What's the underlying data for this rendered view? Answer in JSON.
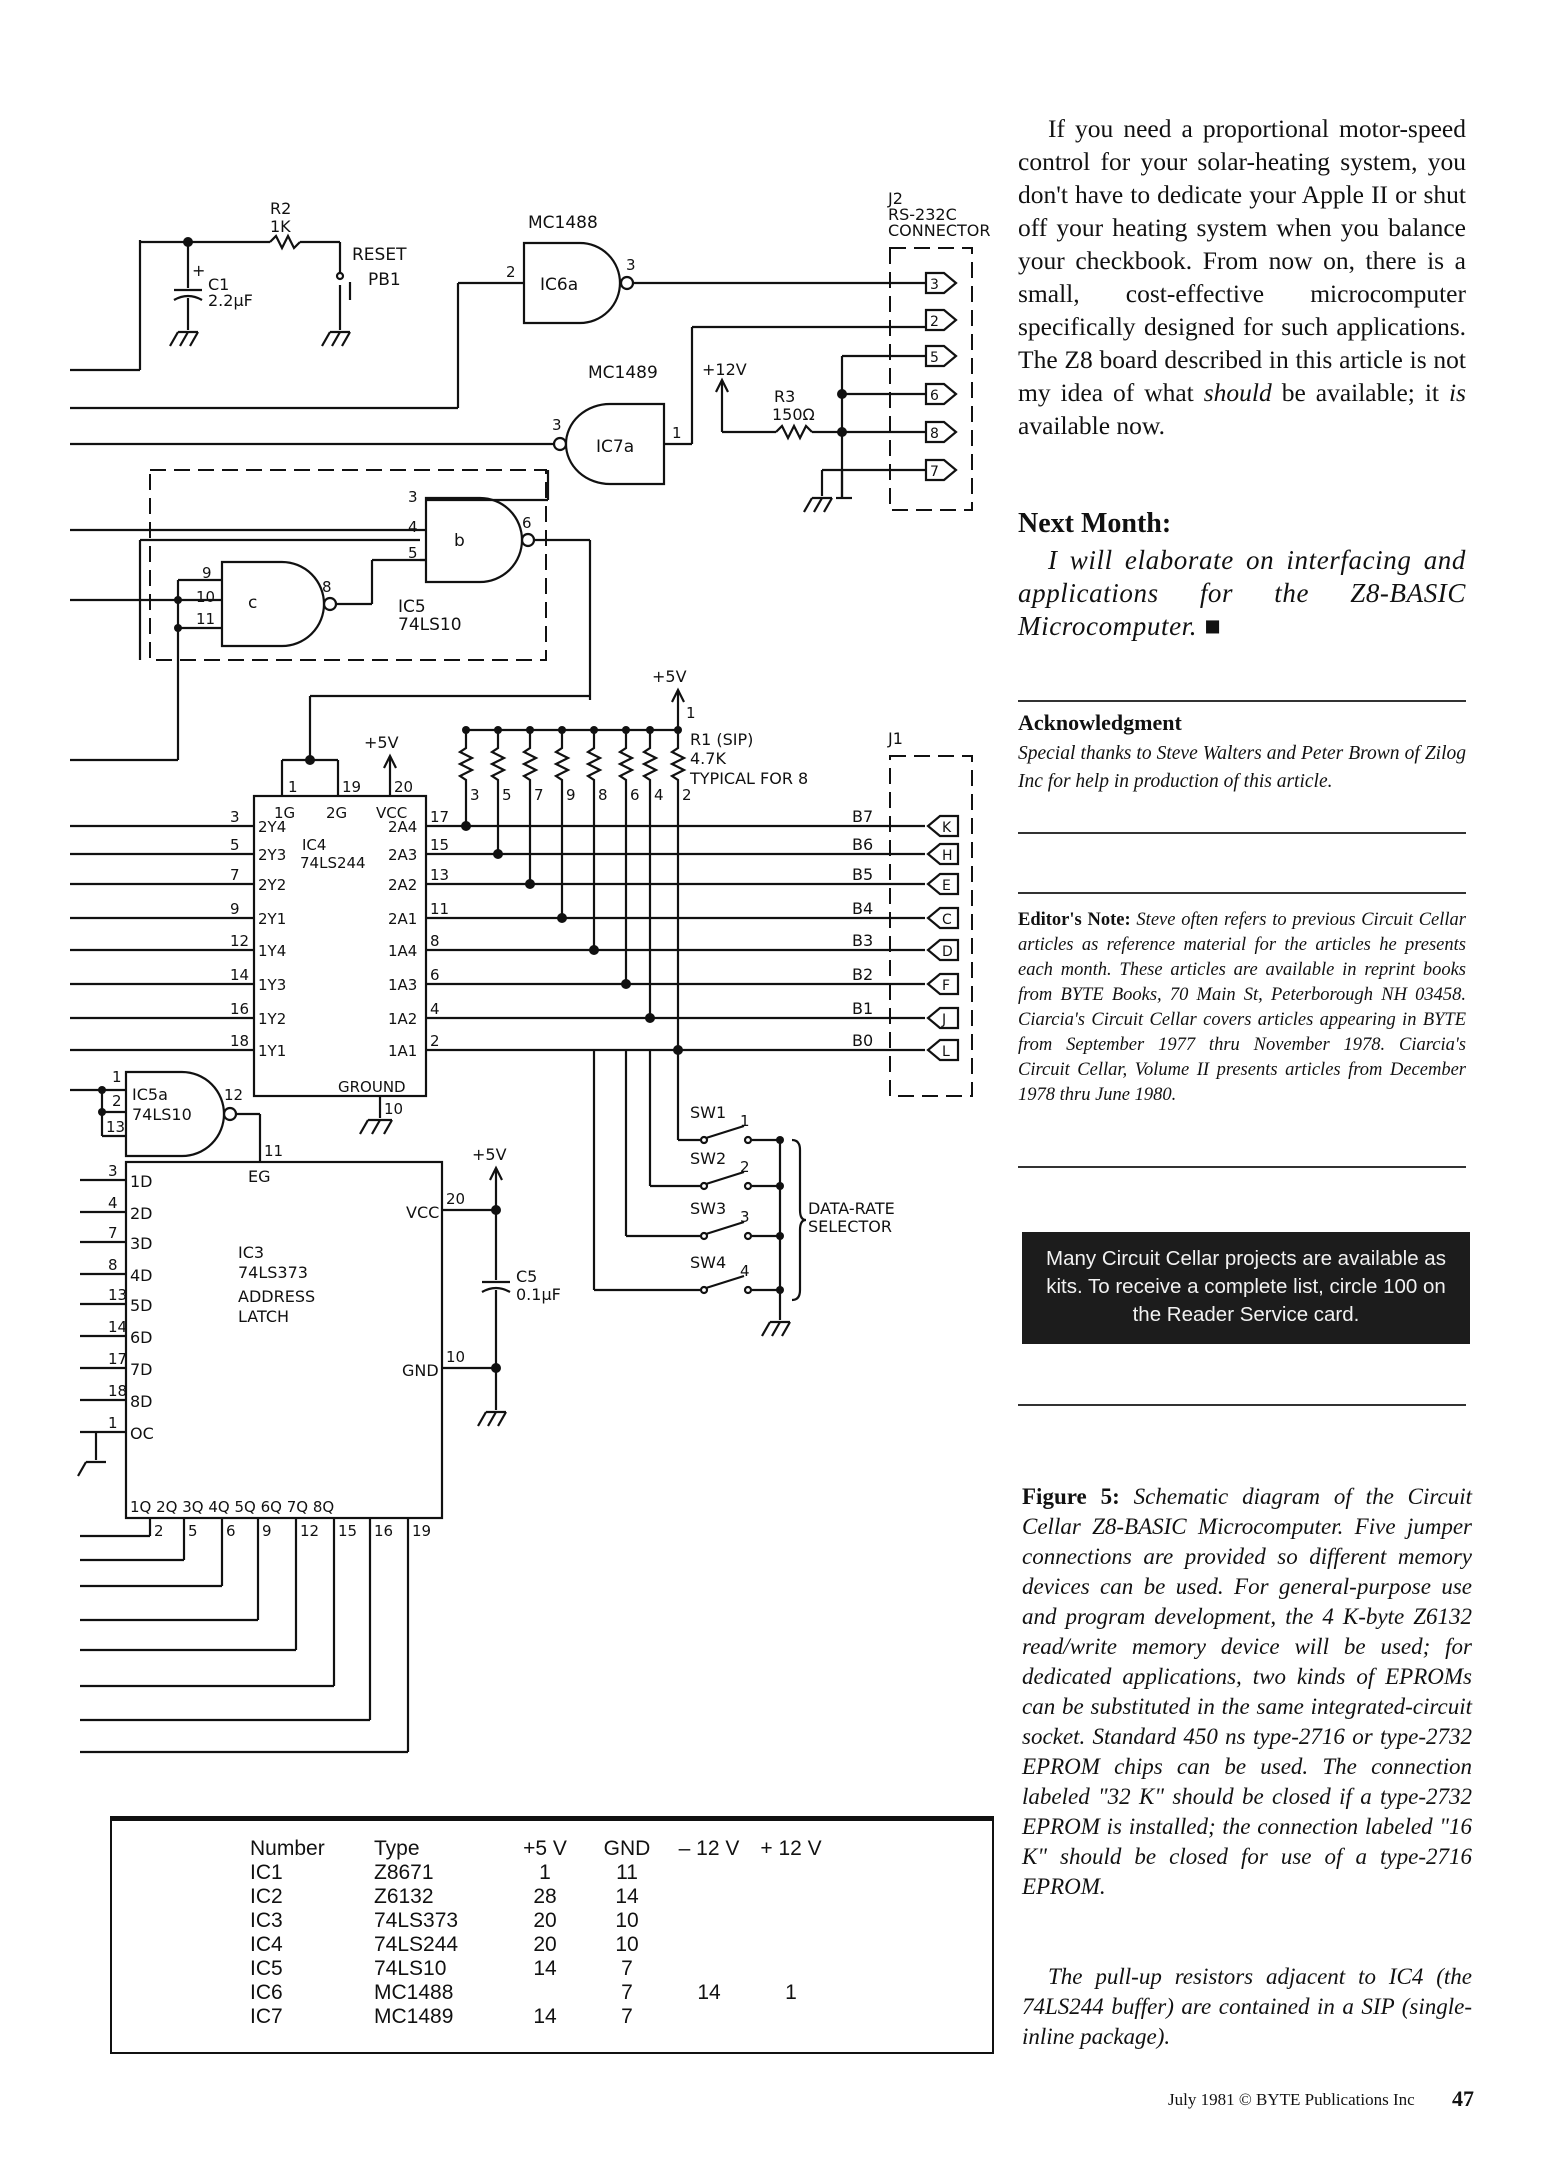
{
  "article": {
    "intro_before_should": "If you need a proportional motor-speed control for your solar-heating system, you don't have to dedicate your Apple II or shut off your heating system when you balance your checkbook. From now on, there is a small, cost-effective microcomputer specifically designed for such applications. The Z8 board described in this article is not my idea of what ",
    "intro_should": "should",
    "intro_between": " be available; it ",
    "intro_is": "is",
    "intro_end": " available now.",
    "next_month_title": "Next Month:",
    "next_month_body": "I will elaborate on interfacing and applications for the Z8-BASIC Microcomputer. ■",
    "ack_title": "Acknowledgment",
    "ack_body": "Special thanks to Steve Walters and Peter Brown of Zilog Inc for help in production of this article.",
    "editors_note_lead": "Editor's Note:",
    "editors_note_body": " Steve often refers to previous Circuit Cellar articles as reference material for the articles he presents each month. These articles are available in reprint books from BYTE Books, 70 Main St, Peterborough NH 03458. Ciarcia's Circuit Cellar covers articles appearing in BYTE from September 1977 thru November 1978. Ciarcia's Circuit Cellar, Volume II presents articles from December 1978 thru June 1980.",
    "kits_box": "Many Circuit Cellar projects are available as kits. To receive a complete list, circle 100 on the Reader Service card.",
    "caption_lead": "Figure 5:",
    "caption_body": " Schematic diagram of the Circuit Cellar Z8-BASIC Microcomputer. Five jumper connections are provided so different memory devices can be used. For general-purpose use and program development, the 4 K-byte Z6132 read/write memory device will be used; for dedicated applications, two kinds of EPROMs can be substituted in the same integrated-circuit socket. Standard 450 ns type-2716 or type-2732 EPROM chips can be used. The connection labeled \"32 K\" should be closed if a type-2732 EPROM is installed; the connection labeled \"16 K\" should be closed for use of a type-2716 EPROM.",
    "caption_body_2": "The pull-up resistors adjacent to IC4 (the 74LS244 buffer) are contained in a SIP (single-inline package).",
    "footer": "July 1981 © BYTE Publications Inc",
    "page_number": "47"
  },
  "ic_table": {
    "headers": [
      "Number",
      "Type",
      "+5 V",
      "GND",
      "– 12 V",
      "+ 12 V"
    ],
    "rows": [
      [
        "IC1",
        "Z8671",
        "1",
        "11",
        "",
        ""
      ],
      [
        "IC2",
        "Z6132",
        "28",
        "14",
        "",
        ""
      ],
      [
        "IC3",
        "74LS373",
        "20",
        "10",
        "",
        ""
      ],
      [
        "IC4",
        "74LS244",
        "20",
        "10",
        "",
        ""
      ],
      [
        "IC5",
        "74LS10",
        "14",
        "7",
        "",
        ""
      ],
      [
        "IC6",
        "MC1488",
        "",
        "7",
        "14",
        "1"
      ],
      [
        "IC7",
        "MC1489",
        "14",
        "7",
        "",
        ""
      ]
    ]
  },
  "schematic": {
    "r2": "R2",
    "r2_val": "1K",
    "c1": "C1",
    "c1_val": "2.2μF",
    "reset": "RESET",
    "pb1": "PB1",
    "mc1488": "MC1488",
    "ic6a": "IC6a",
    "mc1489": "MC1489",
    "ic7a": "IC7a",
    "plus12v": "+12V",
    "r3": "R3",
    "r3_val": "150Ω",
    "j2_line1": "J2",
    "j2_line2": "RS-232C",
    "j2_line3": "CONNECTOR",
    "j2_pins": [
      "3",
      "2",
      "5",
      "6",
      "8",
      "7"
    ],
    "gate_b": "b",
    "gate_c": "c",
    "ic5": "IC5",
    "ic5_type": "74LS10",
    "plus5v": "+5V",
    "r1": "R1 (SIP)",
    "r1_val": "4.7K",
    "r1_note": "TYPICAL FOR 8",
    "j1": "J1",
    "j1_bits": [
      "B7",
      "B6",
      "B5",
      "B4",
      "B3",
      "B2",
      "B1",
      "B0"
    ],
    "j1_pins": [
      "K",
      "H",
      "E",
      "C",
      "D",
      "F",
      "J",
      "L"
    ],
    "ic4": "IC4",
    "ic4_type": "74LS244",
    "ground": "GROUND",
    "ic5a": "IC5a",
    "ic5a_type": "74LS10",
    "switches": [
      "SW1",
      "SW2",
      "SW3",
      "SW4"
    ],
    "data_rate_1": "DATA-RATE",
    "data_rate_2": "SELECTOR",
    "ic3": "IC3",
    "ic3_type": "74LS373",
    "ic3_desc1": "ADDRESS",
    "ic3_desc2": "LATCH",
    "eg": "EG",
    "vcc": "VCC",
    "gnd": "GND",
    "c5": "C5",
    "c5_val": "0.1μF",
    "latch_inputs": [
      "1D",
      "2D",
      "3D",
      "4D",
      "5D",
      "6D",
      "7D",
      "8D",
      "OC"
    ],
    "latch_input_pins": [
      "3",
      "4",
      "7",
      "8",
      "13",
      "14",
      "17",
      "18",
      "1"
    ],
    "latch_outputs": "1Q  2Q  3Q  4Q  5Q  6Q  7Q  8Q",
    "latch_output_pins": [
      "2",
      "5",
      "6",
      "9",
      "12",
      "15",
      "16",
      "19"
    ]
  }
}
